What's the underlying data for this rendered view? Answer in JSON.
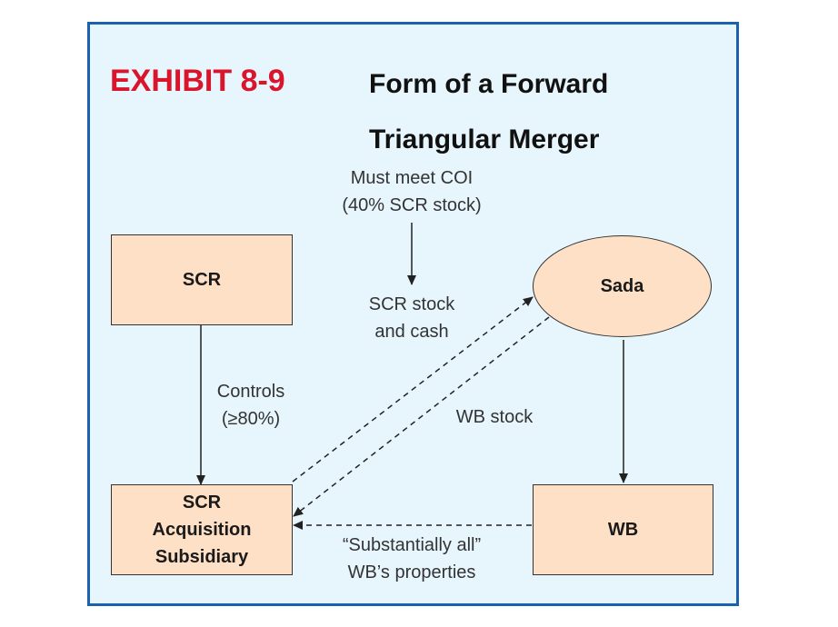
{
  "header": {
    "exhibit": "EXHIBIT 8-9",
    "title_line1": "Form of a Forward",
    "title_line2": "Triangular Merger"
  },
  "nodes": {
    "scr": "SCR",
    "sada": "Sada",
    "subsidiary": [
      "SCR",
      "Acquisition",
      "Subsidiary"
    ],
    "wb": "WB"
  },
  "labels": {
    "coi": [
      "Must meet COI",
      "(40% SCR stock)"
    ],
    "scr_stock_cash": [
      "SCR stock",
      "and cash"
    ],
    "controls": [
      "Controls",
      "(≥80%)"
    ],
    "wb_stock": "WB stock",
    "properties": [
      "“Substantially all”",
      "WB’s properties"
    ]
  },
  "colors": {
    "exhibit": "#d9142b",
    "frame_border": "#1b61ad",
    "frame_background": "#e7f5fd",
    "node_fill": "#fde0c5"
  }
}
